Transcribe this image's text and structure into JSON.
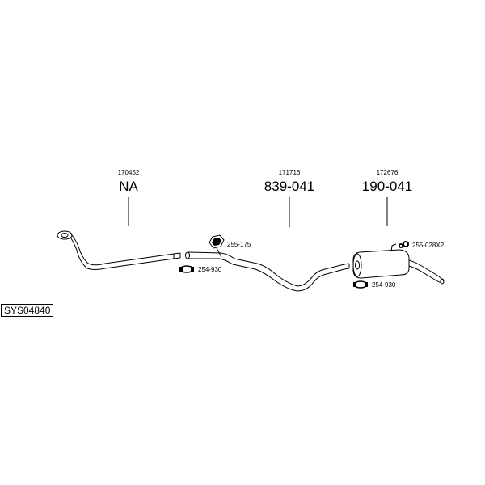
{
  "system_code": "SYS04840",
  "parts": [
    {
      "number": "170452",
      "code": "NA"
    },
    {
      "number": "171716",
      "code": "839-041"
    },
    {
      "number": "172676",
      "code": "190-041"
    }
  ],
  "accessories": [
    {
      "label": "255-175",
      "icon": "nut-icon"
    },
    {
      "label": "254-930",
      "icon": "clamp-icon"
    },
    {
      "label": "255-028X2",
      "icon": "rubber-hanger-icon"
    },
    {
      "label": "254-930",
      "icon": "clamp-icon"
    }
  ]
}
